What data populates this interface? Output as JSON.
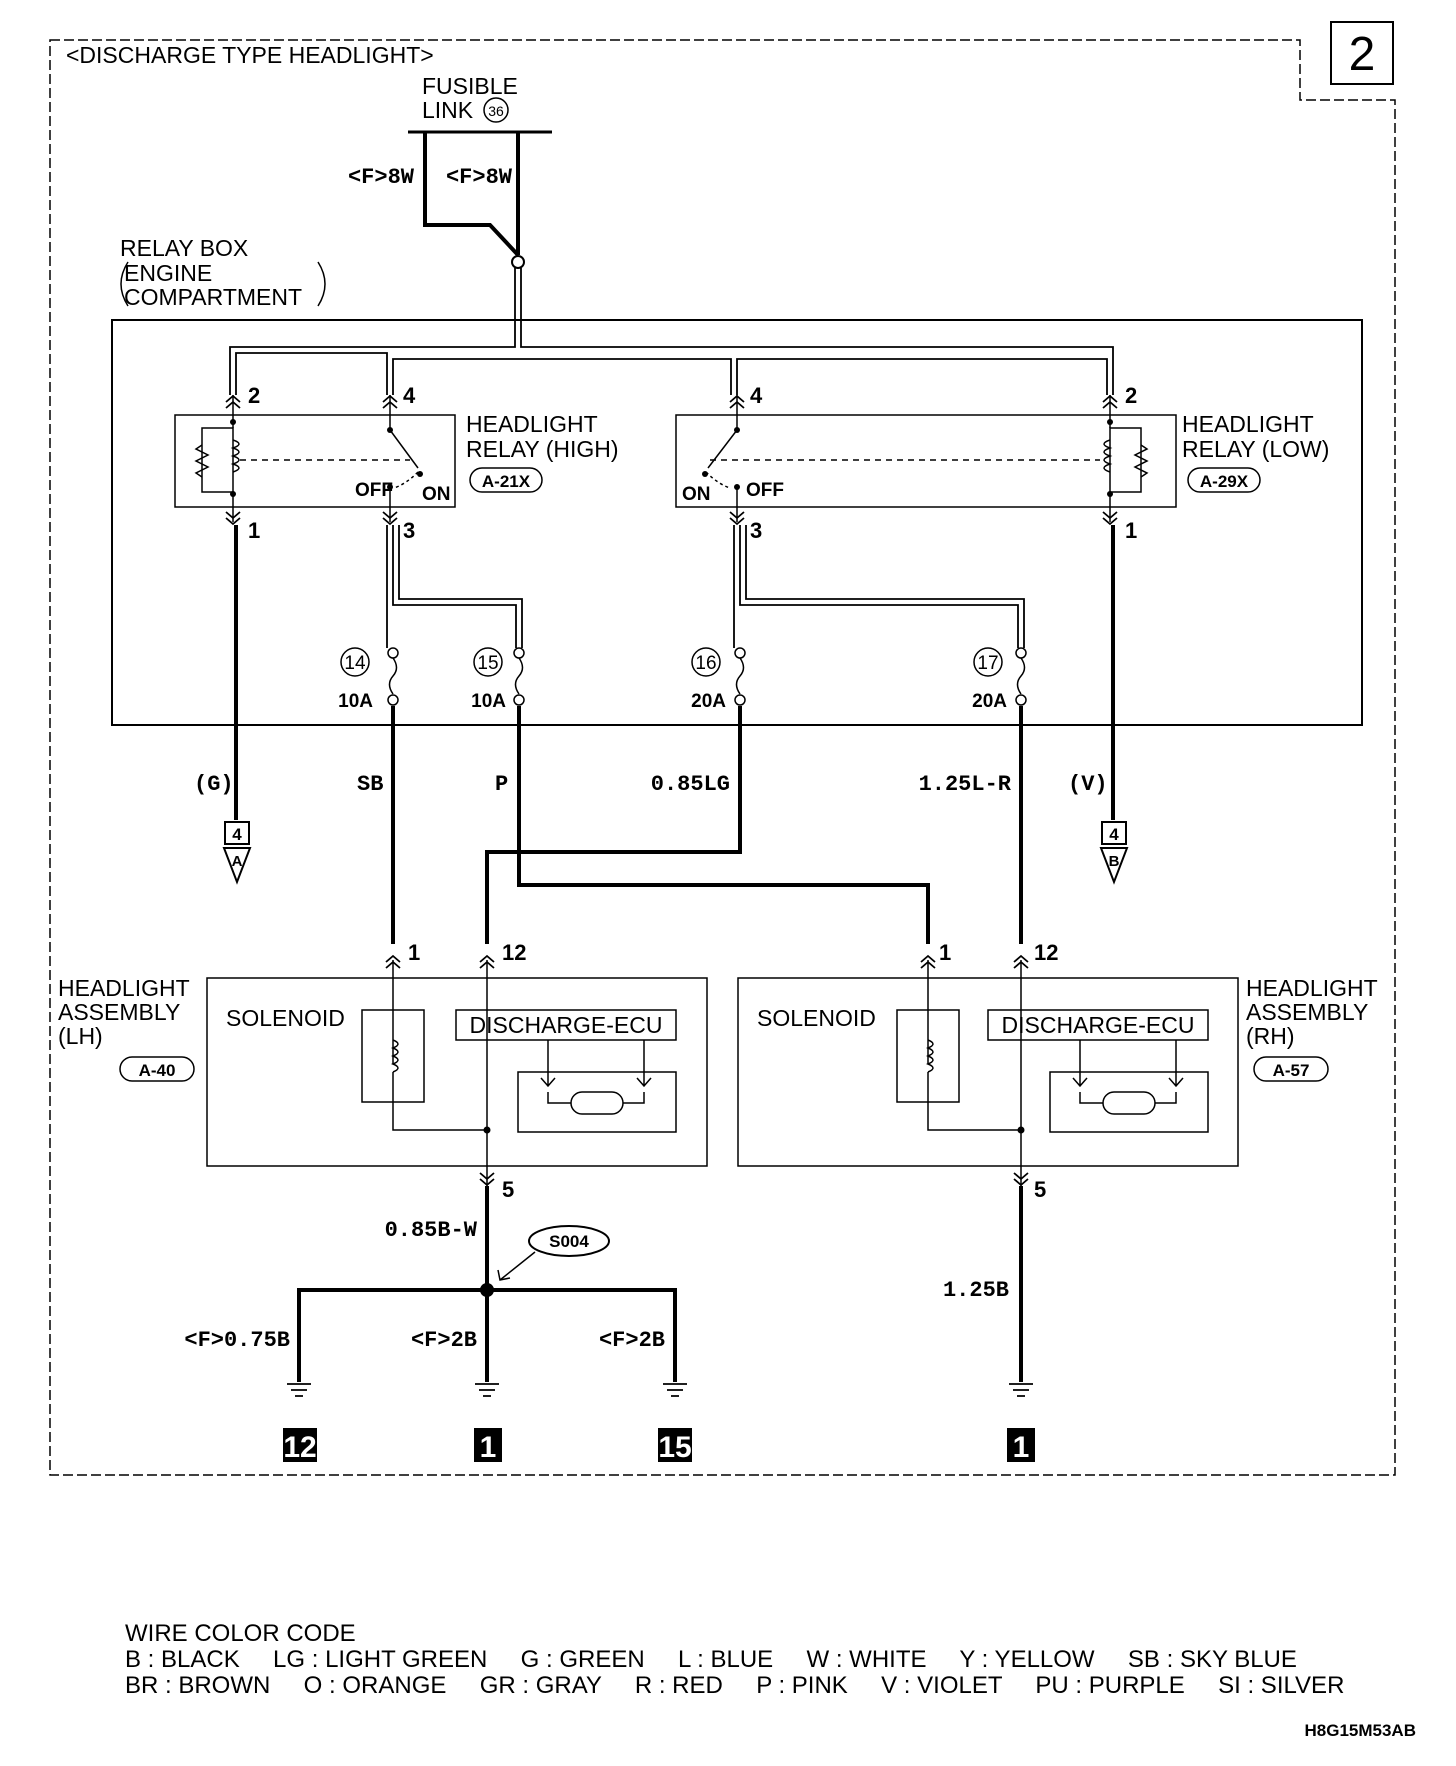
{
  "page_number": "2",
  "title": "<DISCHARGE TYPE HEADLIGHT>",
  "fusible_link": {
    "line1": "FUSIBLE",
    "line2": "LINK",
    "number": "36"
  },
  "feed_wires": [
    "<F>8W",
    "<F>8W"
  ],
  "relay_box": {
    "line1": "RELAY BOX",
    "line2": "ENGINE",
    "line3": "COMPARTMENT"
  },
  "relay_high": {
    "line1": "HEADLIGHT",
    "line2": "RELAY (HIGH)",
    "connector": "A-21X",
    "pins": {
      "p2": "2",
      "p4": "4",
      "p1": "1",
      "p3": "3"
    },
    "off": "OFF",
    "on": "ON"
  },
  "relay_low": {
    "line1": "HEADLIGHT",
    "line2": "RELAY (LOW)",
    "connector": "A-29X",
    "pins": {
      "p4": "4",
      "p2": "2",
      "p3": "3",
      "p1": "1"
    },
    "on": "ON",
    "off": "OFF"
  },
  "fuses": [
    {
      "number": "14",
      "rating": "10A"
    },
    {
      "number": "15",
      "rating": "10A"
    },
    {
      "number": "16",
      "rating": "20A"
    },
    {
      "number": "17",
      "rating": "20A"
    }
  ],
  "wires": {
    "g": "(G)",
    "sb": "SB",
    "p": "P",
    "lg": "0.85LG",
    "lr": "1.25L-R",
    "v": "(V)",
    "bw": "0.85B-W",
    "b125": "1.25B",
    "f075b": "<F>0.75B",
    "f2b_a": "<F>2B",
    "f2b_b": "<F>2B"
  },
  "continuation": [
    {
      "page": "4",
      "letter": "A"
    },
    {
      "page": "4",
      "letter": "B"
    }
  ],
  "assembly_lh": {
    "line1": "HEADLIGHT",
    "line2": "ASSEMBLY",
    "line3": "(LH)",
    "connector": "A-40",
    "solenoid": "SOLENOID",
    "ecu": "DISCHARGE-ECU",
    "pins": {
      "p1": "1",
      "p12": "12",
      "p5": "5"
    }
  },
  "assembly_rh": {
    "line1": "HEADLIGHT",
    "line2": "ASSEMBLY",
    "line3": "(RH)",
    "connector": "A-57",
    "solenoid": "SOLENOID",
    "ecu": "DISCHARGE-ECU",
    "pins": {
      "p1": "1",
      "p12": "12",
      "p5": "5"
    }
  },
  "splice": "S004",
  "grounds": [
    "12",
    "1",
    "15",
    "1"
  ],
  "wire_color_code": {
    "title": "WIRE COLOR CODE",
    "row1": "B : BLACK     LG : LIGHT GREEN     G : GREEN     L : BLUE     W : WHITE     Y : YELLOW     SB : SKY BLUE",
    "row2": "BR : BROWN     O : ORANGE     GR : GRAY     R : RED     P : PINK     V : VIOLET     PU : PURPLE     SI : SILVER"
  },
  "figure_code": "H8G15M53AB"
}
